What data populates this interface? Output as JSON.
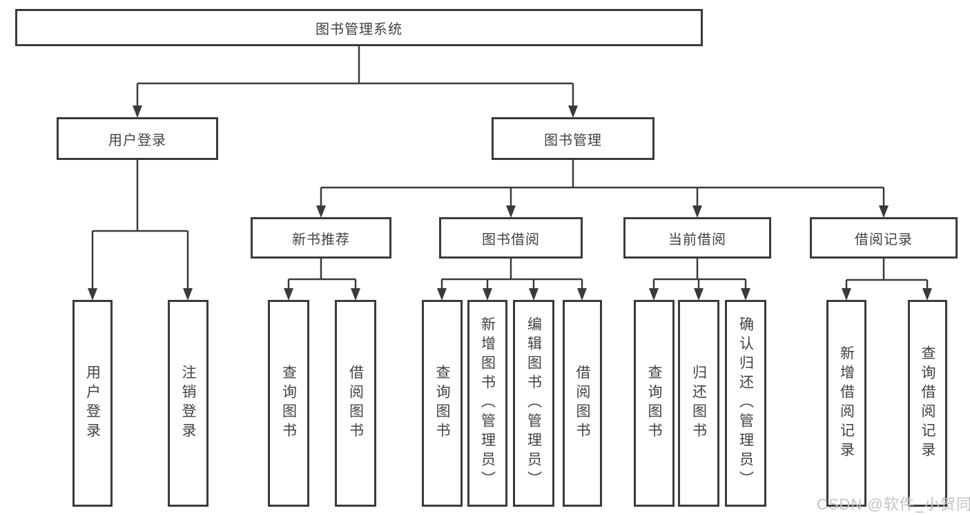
{
  "diagram_title": "图书管理系统",
  "tree": {
    "root": {
      "label": "图书管理系统"
    },
    "branches": [
      {
        "label": "用户登录",
        "children": [
          {
            "label": "用户登录"
          },
          {
            "label": "注销登录"
          }
        ]
      },
      {
        "label": "图书管理",
        "children": [
          {
            "label": "新书推荐",
            "children": [
              {
                "label": "查询图书"
              },
              {
                "label": "借阅图书"
              }
            ]
          },
          {
            "label": "图书借阅",
            "children": [
              {
                "label": "查询图书"
              },
              {
                "label": "新增图书（管理员）"
              },
              {
                "label": "编辑图书（管理员）"
              },
              {
                "label": "借阅图书"
              }
            ]
          },
          {
            "label": "当前借阅",
            "children": [
              {
                "label": "查询图书"
              },
              {
                "label": "归还图书"
              },
              {
                "label": "确认归还（管理员）"
              }
            ]
          },
          {
            "label": "借阅记录",
            "children": [
              {
                "label": "新增借阅记录"
              },
              {
                "label": "查询借阅记录"
              }
            ]
          }
        ]
      }
    ]
  },
  "watermark": "CSDN @软件_小贺同学",
  "colors": {
    "line": "#3a3a3a",
    "box_fill": "#ffffff",
    "text": "#424242",
    "watermark": "#c7c0c0",
    "background": "#ffffff"
  }
}
